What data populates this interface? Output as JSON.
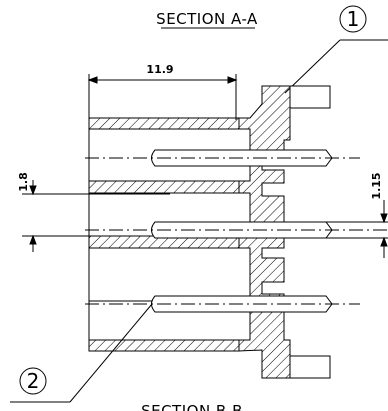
{
  "drawing": {
    "section_top": "SECTION A-A",
    "section_bottom": "SECTION B-B",
    "dim_length": "11.9",
    "dim_pitch_left": "1.8",
    "dim_pitch_right": "1.15",
    "callout_1": "1",
    "callout_2": "2"
  }
}
